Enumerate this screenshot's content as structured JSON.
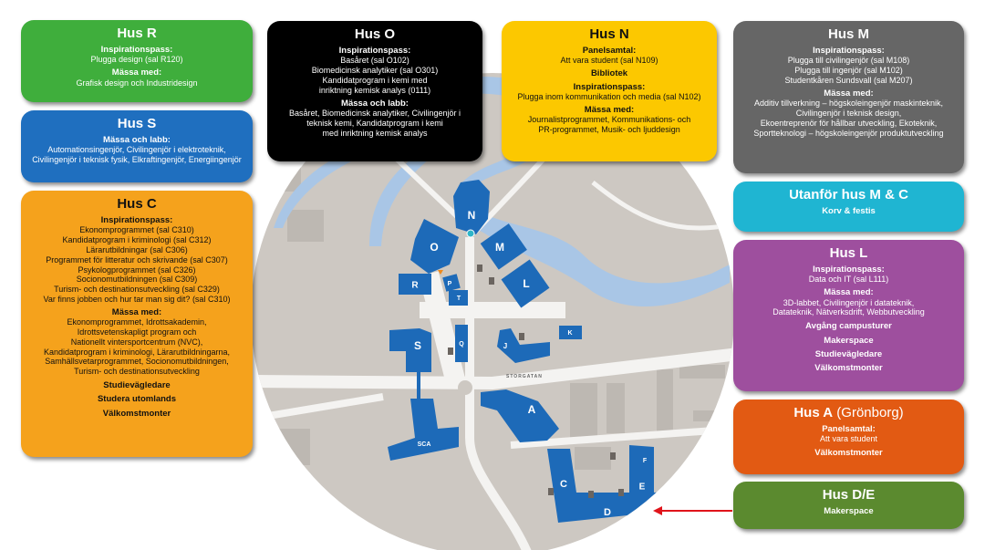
{
  "colors": {
    "river": "#a9c6e6",
    "ground": "#cdc8c2",
    "road": "#f4f3f1",
    "building": "#1d6ab8",
    "arrow": "#e0141b"
  },
  "map": {
    "street_label": "STORGATAN",
    "buildings": [
      {
        "id": "N",
        "label": "N"
      },
      {
        "id": "O",
        "label": "O"
      },
      {
        "id": "M",
        "label": "M"
      },
      {
        "id": "R",
        "label": "R"
      },
      {
        "id": "P",
        "label": "P"
      },
      {
        "id": "T",
        "label": "T"
      },
      {
        "id": "L",
        "label": "L"
      },
      {
        "id": "Q",
        "label": "Q"
      },
      {
        "id": "S",
        "label": "S"
      },
      {
        "id": "J",
        "label": "J"
      },
      {
        "id": "K",
        "label": "K"
      },
      {
        "id": "A",
        "label": "A"
      },
      {
        "id": "SCA",
        "label": "SCA"
      },
      {
        "id": "C",
        "label": "C"
      },
      {
        "id": "D",
        "label": "D"
      },
      {
        "id": "E",
        "label": "E"
      },
      {
        "id": "F",
        "label": "F"
      }
    ],
    "icons": [
      "info-icon",
      "entrance-marker-icon",
      "parking-icon",
      "makerspace-marker-icon"
    ]
  },
  "boxes": [
    {
      "key": "R",
      "title": "Hus R",
      "bg": "#3fae3c",
      "fg": "#fff",
      "items": [
        {
          "k": "h",
          "text": "Inspirationspass:"
        },
        {
          "k": "l",
          "text": "Plugga design (sal R120)"
        },
        {
          "k": "h",
          "text": "Mässa med:"
        },
        {
          "k": "l",
          "text": "Grafisk design och Industridesign"
        }
      ]
    },
    {
      "key": "S",
      "title": "Hus S",
      "bg": "#1f6fbf",
      "fg": "#fff",
      "items": [
        {
          "k": "h",
          "text": "Mässa och labb:"
        },
        {
          "k": "l",
          "text": "Automationsingenjör, Civilingenjör i elektroteknik,"
        },
        {
          "k": "l",
          "text": "Civilingenjör i teknisk fysik, Elkraftingenjör, Energiingenjör"
        }
      ]
    },
    {
      "key": "C",
      "title": "Hus C",
      "bg": "#f5a21c",
      "fg": "#111",
      "items": [
        {
          "k": "h",
          "text": "Inspirationspass:"
        },
        {
          "k": "l",
          "text": "Ekonomprogrammet (sal C310)"
        },
        {
          "k": "l",
          "text": "Kandidatprogram i kriminologi (sal C312)"
        },
        {
          "k": "l",
          "text": "Lärarutbildningar (sal C306)"
        },
        {
          "k": "l",
          "text": "Programmet för litteratur och skrivande (sal C307)"
        },
        {
          "k": "l",
          "text": "Psykologprogrammet (sal C326)"
        },
        {
          "k": "l",
          "text": "Socionomutbildningen (sal C309)"
        },
        {
          "k": "l",
          "text": "Turism- och destinationsutveckling (sal C329)"
        },
        {
          "k": "l",
          "text": "Var finns jobben och hur tar man sig dit? (sal C310)"
        },
        {
          "k": "h",
          "text": "Mässa med:"
        },
        {
          "k": "l",
          "text": "Ekonomprogrammet, Idrottsakademin,"
        },
        {
          "k": "l",
          "text": "Idrottsvetenskapligt program och"
        },
        {
          "k": "l",
          "text": "Nationellt vintersportcentrum (NVC),"
        },
        {
          "k": "l",
          "text": "Kandidatprogram i kriminologi, Lärarutbildningarna,"
        },
        {
          "k": "l",
          "text": "Samhällsvetarprogrammet, Socionomutbildningen,"
        },
        {
          "k": "l",
          "text": "Turism- och destinationsutveckling"
        },
        {
          "k": "b",
          "text": "Studievägledare"
        },
        {
          "k": "b",
          "text": "Studera utomlands"
        },
        {
          "k": "b",
          "text": "Välkomstmonter"
        }
      ]
    },
    {
      "key": "O",
      "title": "Hus O",
      "bg": "#000000",
      "fg": "#fff",
      "items": [
        {
          "k": "h",
          "text": "Inspirationspass:"
        },
        {
          "k": "l",
          "text": "Basåret (sal O102)"
        },
        {
          "k": "l",
          "text": "Biomedicinsk analytiker (sal O301)"
        },
        {
          "k": "l",
          "text": "Kandidatprogram i kemi med"
        },
        {
          "k": "l",
          "text": "inriktning kemisk analys (0111)"
        },
        {
          "k": "h",
          "text": "Mässa och labb:"
        },
        {
          "k": "l",
          "text": "Basåret, Biomedicinsk analytiker, Civilingenjör i"
        },
        {
          "k": "l",
          "text": "teknisk kemi, Kandidatprogram i kemi"
        },
        {
          "k": "l",
          "text": "med inriktning kemisk analys"
        }
      ]
    },
    {
      "key": "N",
      "title": "Hus N",
      "bg": "#fcc800",
      "fg": "#111",
      "items": [
        {
          "k": "h",
          "text": "Panelsamtal:"
        },
        {
          "k": "l",
          "text": "Att vara student (sal N109)"
        },
        {
          "k": "h",
          "text": "Bibliotek"
        },
        {
          "k": "h",
          "text": "Inspirationspass:"
        },
        {
          "k": "l",
          "text": "Plugga inom kommunikation och media (sal N102)"
        },
        {
          "k": "h",
          "text": "Mässa med:"
        },
        {
          "k": "l",
          "text": "Journalistprogrammet, Kommunikations- och"
        },
        {
          "k": "l",
          "text": "PR-programmet, Musik- och ljuddesign"
        }
      ]
    },
    {
      "key": "M",
      "title": "Hus M",
      "bg": "#666666",
      "fg": "#fff",
      "items": [
        {
          "k": "h",
          "text": "Inspirationspass:"
        },
        {
          "k": "l",
          "text": "Plugga till civilingenjör (sal M108)"
        },
        {
          "k": "l",
          "text": "Plugga till ingenjör (sal M102)"
        },
        {
          "k": "l",
          "text": "Studentkåren Sundsvall (sal M207)"
        },
        {
          "k": "h",
          "text": "Mässa med:"
        },
        {
          "k": "l",
          "text": "Additiv tillverkning – högskoleingenjör maskinteknik,"
        },
        {
          "k": "l",
          "text": "Civilingenjör i teknisk design,"
        },
        {
          "k": "l",
          "text": "Ekoentreprenör för hållbar utveckling, Ekoteknik,"
        },
        {
          "k": "l",
          "text": "Sportteknologi – högskoleingenjör produktutveckling"
        }
      ]
    },
    {
      "key": "MC",
      "title": "Utanför hus M & C",
      "bg": "#1fb5d2",
      "fg": "#fff",
      "items": [
        {
          "k": "h",
          "text": "Korv & festis"
        }
      ]
    },
    {
      "key": "L",
      "title": "Hus L",
      "bg": "#9e4f9e",
      "fg": "#fff",
      "items": [
        {
          "k": "h",
          "text": "Inspirationspass:"
        },
        {
          "k": "l",
          "text": "Data och IT (sal L111)"
        },
        {
          "k": "h",
          "text": "Mässa med:"
        },
        {
          "k": "l",
          "text": "3D-labbet, Civilingenjör i datateknik,"
        },
        {
          "k": "l",
          "text": "Datateknik, Nätverksdrift, Webbutveckling"
        },
        {
          "k": "b",
          "text": "Avgång campusturer"
        },
        {
          "k": "b",
          "text": "Makerspace"
        },
        {
          "k": "b",
          "text": "Studievägledare"
        },
        {
          "k": "b",
          "text": "Välkomstmonter"
        }
      ]
    },
    {
      "key": "A",
      "title": "Hus A",
      "title_suffix": " (Grönborg)",
      "bg": "#e25a13",
      "fg": "#fff",
      "items": [
        {
          "k": "h",
          "text": "Panelsamtal:"
        },
        {
          "k": "l",
          "text": "Att vara student"
        },
        {
          "k": "b",
          "text": "Välkomstmonter"
        }
      ]
    },
    {
      "key": "DE",
      "title": "Hus D/E",
      "bg": "#5b8a2f",
      "fg": "#fff",
      "items": [
        {
          "k": "h",
          "text": "Makerspace"
        }
      ]
    }
  ]
}
